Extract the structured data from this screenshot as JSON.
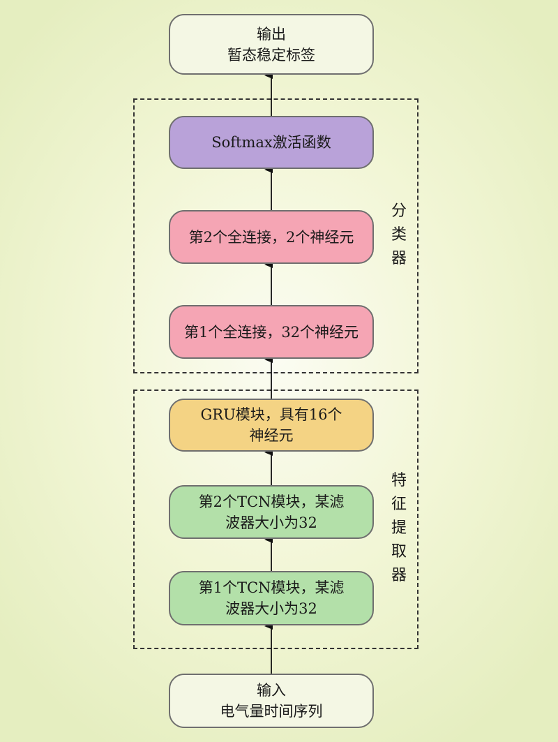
{
  "nodes": {
    "output": {
      "line1": "输出",
      "line2": "暂态稳定标签"
    },
    "softmax": {
      "label": "Softmax激活函数"
    },
    "fc2": {
      "label": "第2个全连接，2个神经元"
    },
    "fc1": {
      "label": "第1个全连接，32个神经元"
    },
    "gru": {
      "line1": "GRU模块，具有16个",
      "line2": "神经元"
    },
    "tcn2": {
      "line1": "第2个TCN模块，某滤",
      "line2": "波器大小为32"
    },
    "tcn1": {
      "line1": "第1个TCN模块，某滤",
      "line2": "波器大小为32"
    },
    "input": {
      "line1": "输入",
      "line2": "电气量时间序列"
    }
  },
  "groups": {
    "classifier": {
      "chars": [
        "分",
        "类",
        "器"
      ]
    },
    "feature_extractor": {
      "chars": [
        "特",
        "征",
        "提",
        "取",
        "器"
      ]
    }
  },
  "colors": {
    "io_fill": "#f4f7e4",
    "softmax_fill": "#b9a2d9",
    "fc_fill": "#f5a5b4",
    "gru_fill": "#f4d384",
    "tcn_fill": "#b3e0a9",
    "border": "#6f6f6f",
    "arrow": "#111111"
  }
}
